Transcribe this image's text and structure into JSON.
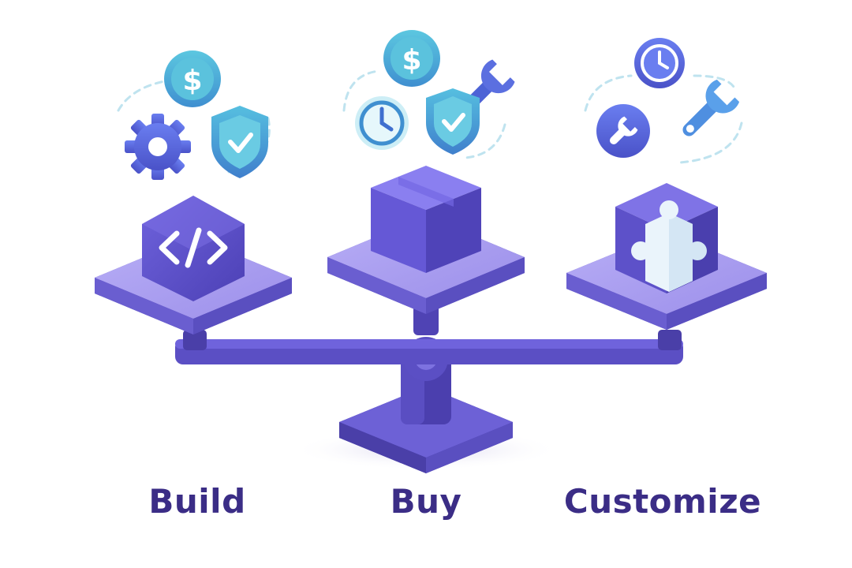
{
  "options": [
    {
      "key": "build",
      "label": "Build",
      "icons": [
        "dollar-icon",
        "gear-icon",
        "shield-check-icon"
      ],
      "platform_icon": "code-icon"
    },
    {
      "key": "buy",
      "label": "Buy",
      "icons": [
        "dollar-icon",
        "wrench-icon",
        "clock-icon",
        "shield-check-icon"
      ],
      "platform_icon": "box-icon"
    },
    {
      "key": "customize",
      "label": "Customize",
      "icons": [
        "clock-icon",
        "wrench-icon",
        "wrench-circle-icon"
      ],
      "platform_icon": "puzzle-cube-icon"
    }
  ],
  "colors": {
    "primary_dark": "#3b2d86",
    "primary": "#5b4fc4",
    "platform_top": "#a99df0",
    "platform_side": "#6a5ed0",
    "teal": "#4fb7d6",
    "light_teal": "#bfe8f2",
    "blue": "#4f6fd6"
  }
}
